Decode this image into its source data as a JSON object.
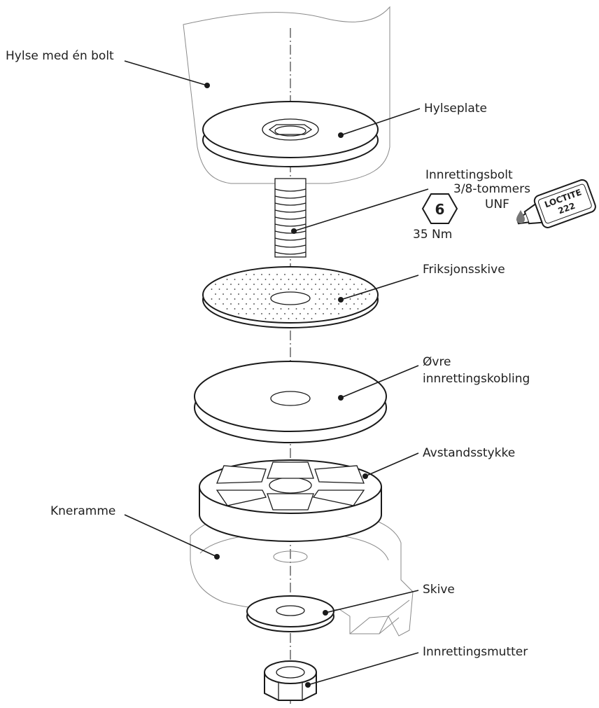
{
  "diagram": {
    "labels": {
      "socket": "Hylse med én bolt",
      "socket_plate": "Hylseplate",
      "alignment_bolt": "Innrettingsbolt",
      "thread_spec_line1": "3/8-tommers",
      "thread_spec_line2": "UNF",
      "hex_key_size": "6",
      "torque": "35 Nm",
      "threadlocker_brand": "LOCTITE",
      "threadlocker_number": "222",
      "friction_disc": "Friksjonsskive",
      "upper_coupling_line1": "Øvre",
      "upper_coupling_line2": "innrettingskobling",
      "spacer": "Avstandsstykke",
      "knee_frame": "Kneramme",
      "washer": "Skive",
      "alignment_nut": "Innrettingsmutter"
    },
    "icons": [
      "hex-key-icon",
      "threadlocker-bottle-icon"
    ]
  }
}
